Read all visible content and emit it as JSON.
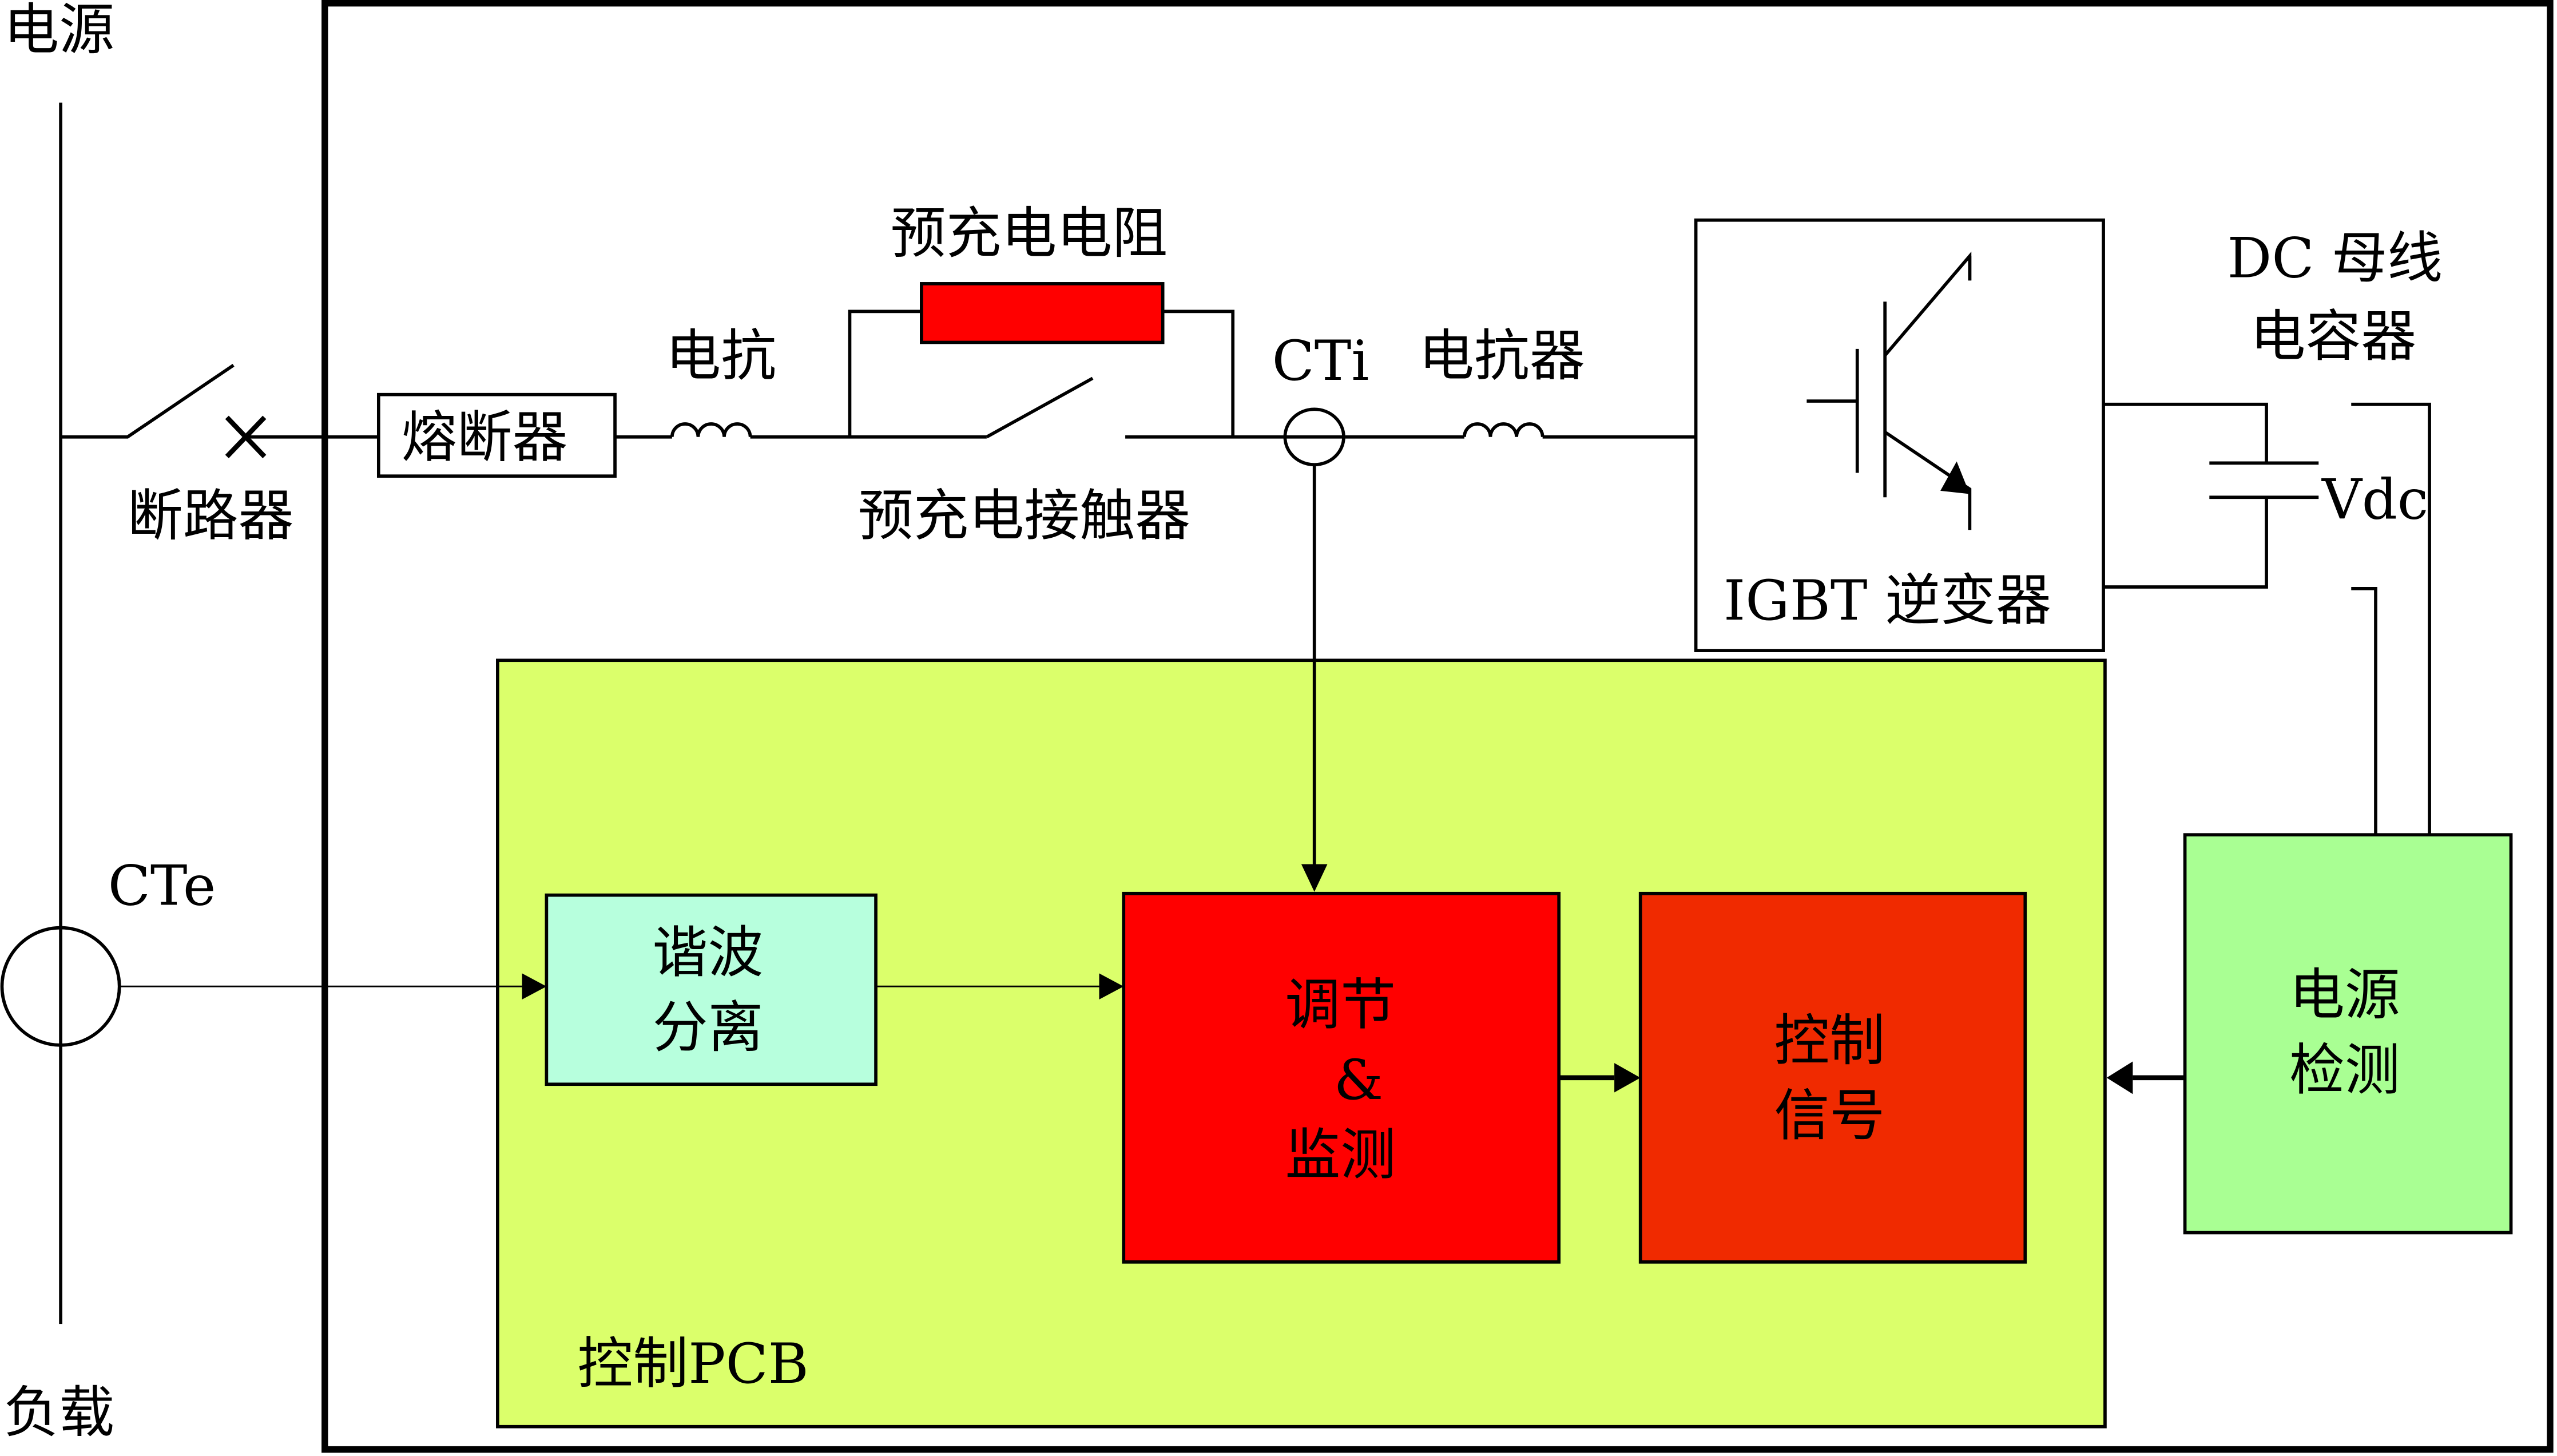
{
  "labels": {
    "source": "电源",
    "load": "负载",
    "breaker": "断路器",
    "fuse": "熔断器",
    "reactance": "电抗",
    "precharge_resistor": "预充电电阻",
    "precharge_contactor": "预充电接触器",
    "cti": "CTi",
    "reactor": "电抗器",
    "igbt_inverter": "IGBT 逆变器",
    "dc_bus_line1": "DC 母线",
    "dc_bus_line2": "电容器",
    "vdc": "Vdc",
    "cte": "CTe",
    "control_pcb": "控制PCB"
  },
  "blocks": {
    "harmonic": {
      "line1": "谐波",
      "line2": "分离"
    },
    "regulate": {
      "line1": "调节",
      "line2": "&",
      "line3": "监测"
    },
    "control_signal": {
      "line1": "控制",
      "line2": "信号"
    },
    "power_detect": {
      "line1": "电源",
      "line2": "检测"
    }
  },
  "colors": {
    "pcb": "#DBFF6B",
    "harmonic": "#B7FFDD",
    "regulate": "#FF0000",
    "control_signal": "#F02A00",
    "power_detect": "#A9FF93",
    "resistor": "#FF0000"
  }
}
